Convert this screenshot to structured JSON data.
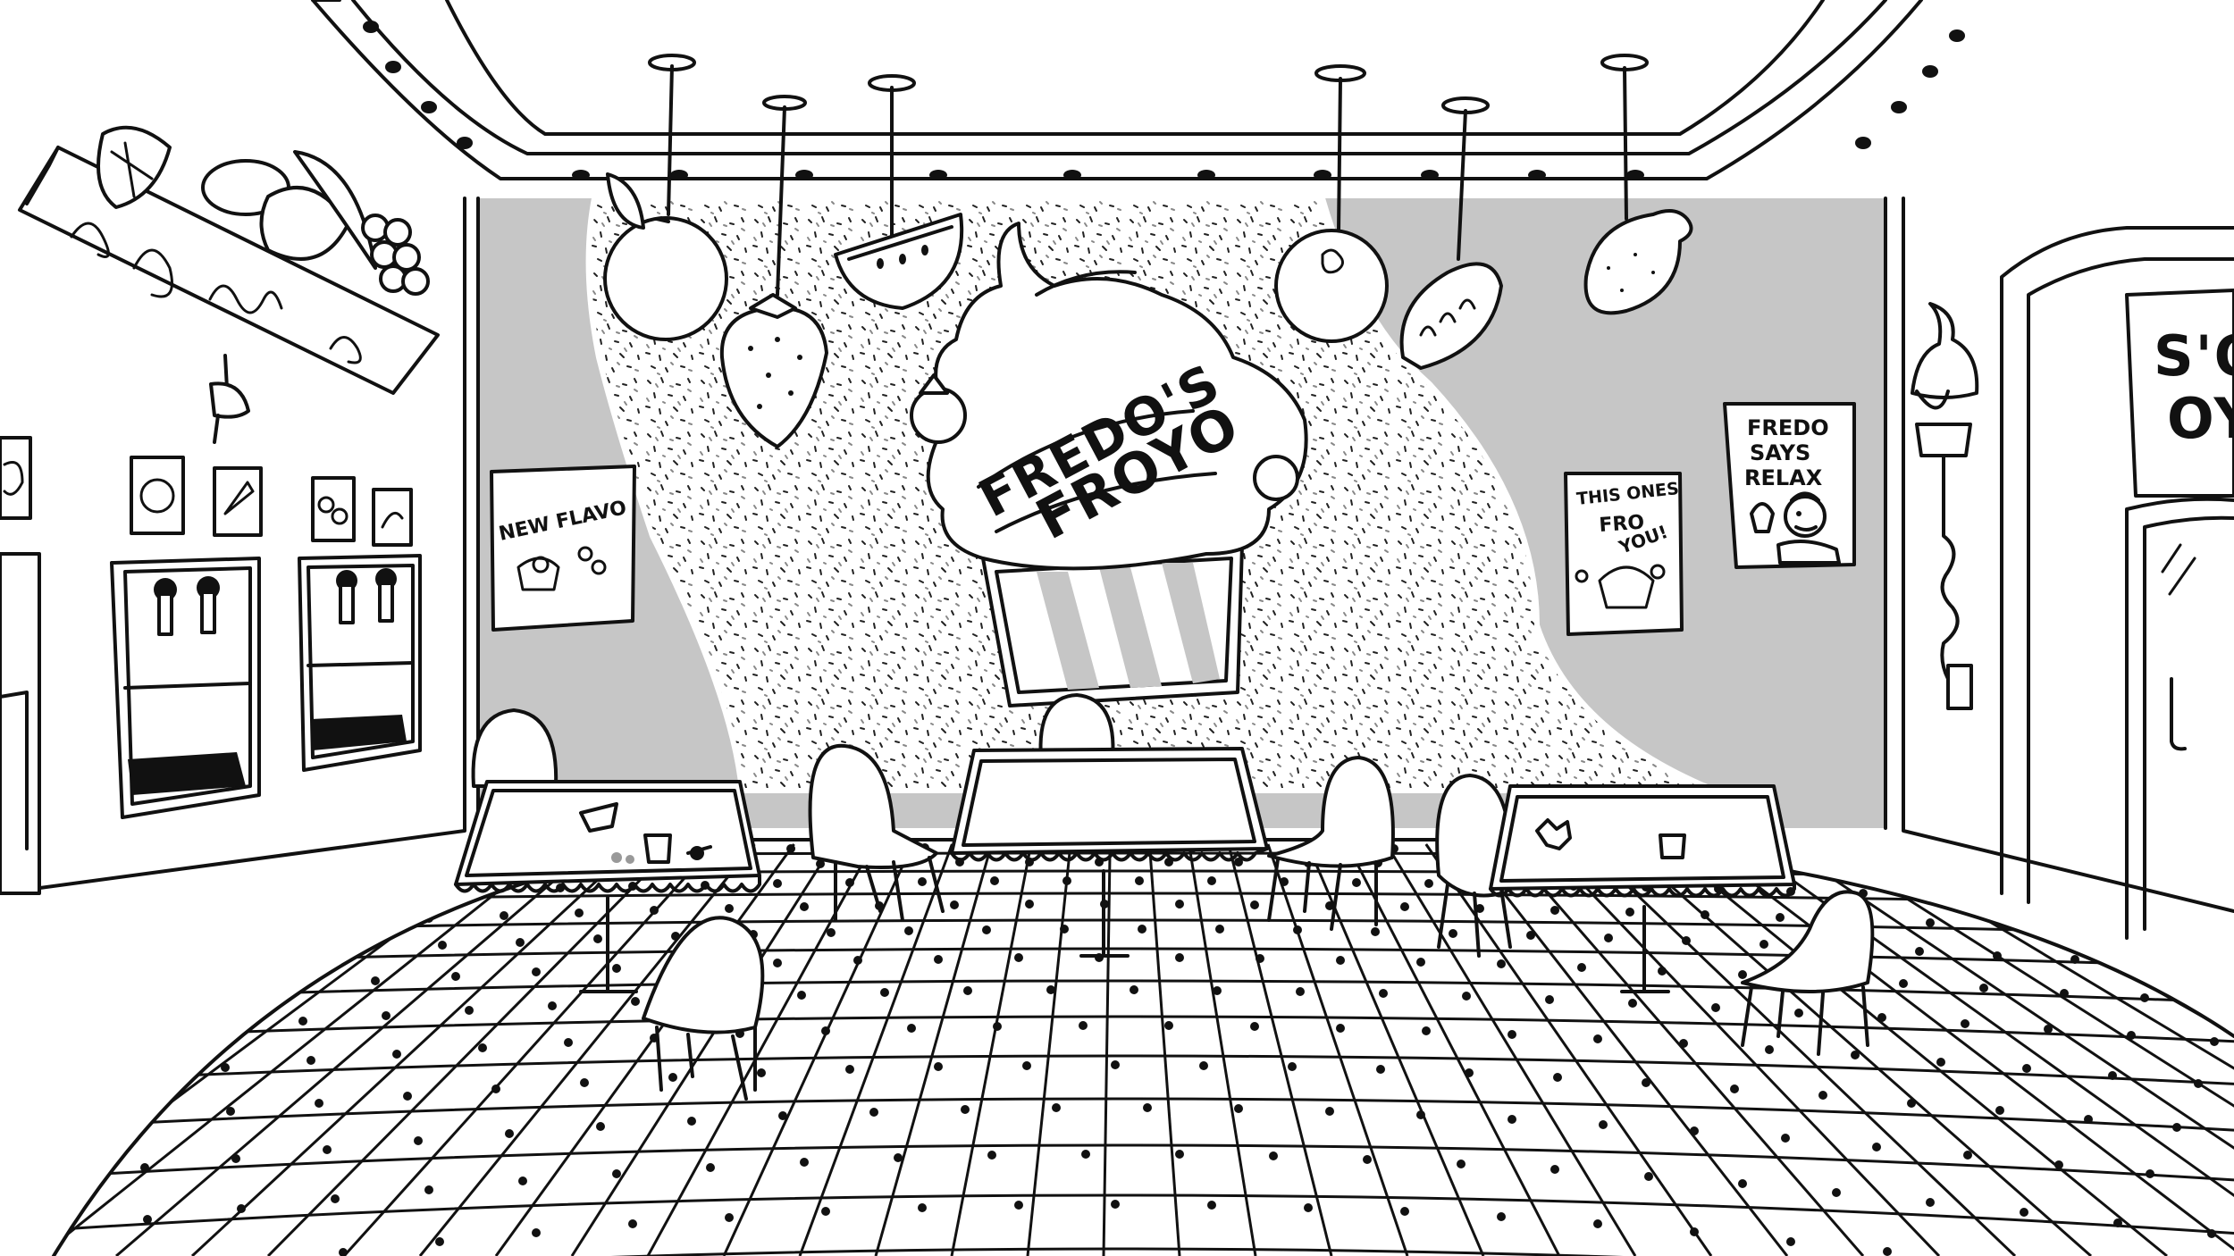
{
  "scene": {
    "wall_sign": {
      "line1": "FREDO'S",
      "line2": "FROYO"
    },
    "poster_left": {
      "text": "NEW FLAVO"
    },
    "poster_mid": {
      "lines": [
        "THIS ONES",
        "FRO",
        "YOU!"
      ]
    },
    "poster_right": {
      "lines": [
        "FREDO",
        "SAYS",
        "RELAX"
      ]
    },
    "door_glass_text": {
      "line1": "S'O",
      "line2": "OY"
    }
  },
  "colors": {
    "ink": "#111111",
    "wall_gray": "#c6c6c6",
    "paper": "#ffffff",
    "speckle": "#8a8a8a"
  },
  "icons": [
    "fruit-sign-icon",
    "pointing-hand-icon",
    "froyo-machine-icon",
    "hanging-fruit-icon",
    "cupcake-sign-icon",
    "chair-icon",
    "table-icon",
    "wall-lamp-icon",
    "door-icon"
  ]
}
